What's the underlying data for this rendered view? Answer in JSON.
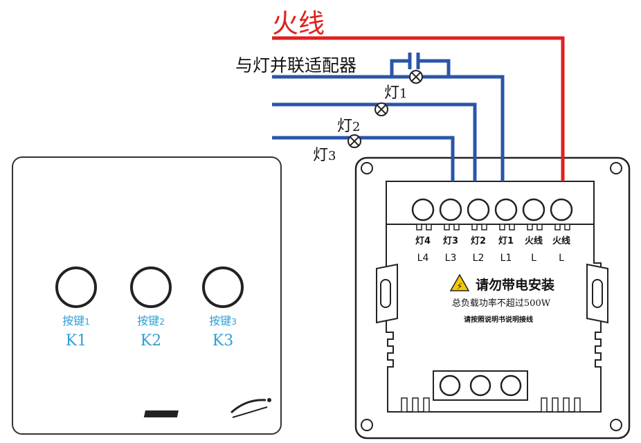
{
  "wires": {
    "live_label": "火线",
    "adapter_label": "与灯并联适配器",
    "lamp1_label": "灯",
    "lamp1_num": "1",
    "lamp2_label": "灯",
    "lamp2_num": "2",
    "lamp3_label": "灯",
    "lamp3_num": "3",
    "live_color": "#e02020",
    "load_color": "#2a55a8"
  },
  "front_panel": {
    "buttons": [
      {
        "caption": "按键",
        "num": "1",
        "key": "K1"
      },
      {
        "caption": "按键",
        "num": "2",
        "key": "K2"
      },
      {
        "caption": "按键",
        "num": "3",
        "key": "K3"
      }
    ],
    "text_color": "#2e9fd6"
  },
  "back_panel": {
    "terminals": [
      {
        "cn": "灯4",
        "code": "L4"
      },
      {
        "cn": "灯3",
        "code": "L3"
      },
      {
        "cn": "灯2",
        "code": "L2"
      },
      {
        "cn": "灯1",
        "code": "L1"
      },
      {
        "cn": "火线",
        "code": "L"
      },
      {
        "cn": "火线",
        "code": "L"
      }
    ],
    "warning_title": "请勿带电安装",
    "warning_sub": "总负载功率不超过500W",
    "warning_note": "请按照说明书说明接线",
    "warning_symbol": "⚡"
  }
}
